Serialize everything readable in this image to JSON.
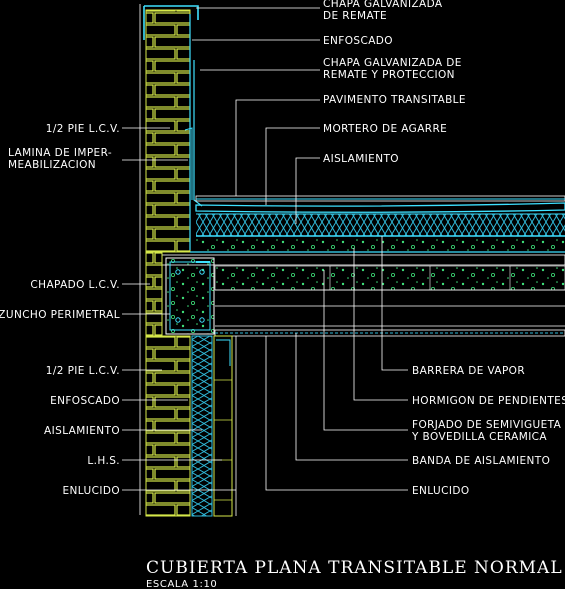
{
  "colors": {
    "background": "#000000",
    "brick": "#d6e84a",
    "membrane": "#3ee0ff",
    "insulation": "#2fb8d8",
    "concrete": "#1ea84a",
    "text": "#ffffff"
  },
  "labels_right": {
    "chapa_remate_1": "CHAPA GALVANIZADA",
    "chapa_remate_2": "DE REMATE",
    "enfoscado_top": "ENFOSCADO",
    "chapa_proteccion_1": "CHAPA GALVANIZADA DE",
    "chapa_proteccion_2": "REMATE Y PROTECCION",
    "pavimento": "PAVIMENTO TRANSITABLE",
    "mortero": "MORTERO DE AGARRE",
    "aislamiento_top": "AISLAMIENTO",
    "barrera": "BARRERA DE VAPOR",
    "hormigon": "HORMIGON DE PENDIENTES",
    "forjado_1": "FORJADO DE SEMIVIGUETA",
    "forjado_2": "Y BOVEDILLA CERAMICA",
    "banda": "BANDA DE AISLAMIENTO",
    "enlucido_right": "ENLUCIDO"
  },
  "labels_left": {
    "pie_top": "1/2 PIE L.C.V.",
    "lamina_1": "LAMINA DE IMPER-",
    "lamina_2": "MEABILIZACION",
    "chapado": "CHAPADO L.C.V.",
    "zuncho": "ZUNCHO PERIMETRAL",
    "pie_bottom": "1/2 PIE L.C.V.",
    "enfoscado": "ENFOSCADO",
    "aislamiento": "AISLAMIENTO",
    "lhs": "L.H.S.",
    "enlucido": "ENLUCIDO"
  },
  "title": "CUBIERTA PLANA TRANSITABLE NORMAL",
  "scale_note": "ESCALA 1:10"
}
